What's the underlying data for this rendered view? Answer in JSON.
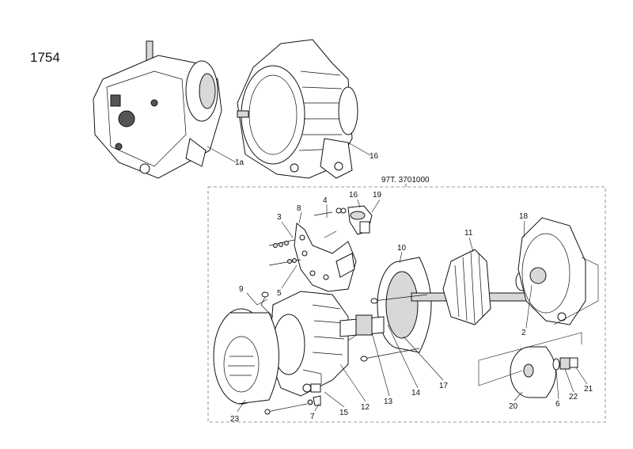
{
  "diagram": {
    "figure_number": "1754",
    "kit_code": "97T. 3701000",
    "labels": {
      "assembly_a": "1a",
      "assembly_b": "16",
      "p16": "16",
      "p19": "19",
      "p4": "4",
      "p8": "8",
      "p3": "3",
      "p5": "5",
      "p9": "9",
      "p10": "10",
      "p11": "11",
      "p18": "18",
      "p2": "2",
      "p23": "23",
      "p7": "7",
      "p15": "15",
      "p12": "12",
      "p13": "13",
      "p14": "14",
      "p17": "17",
      "p20": "20",
      "p6": "6",
      "p22": "22",
      "p21": "21"
    }
  }
}
